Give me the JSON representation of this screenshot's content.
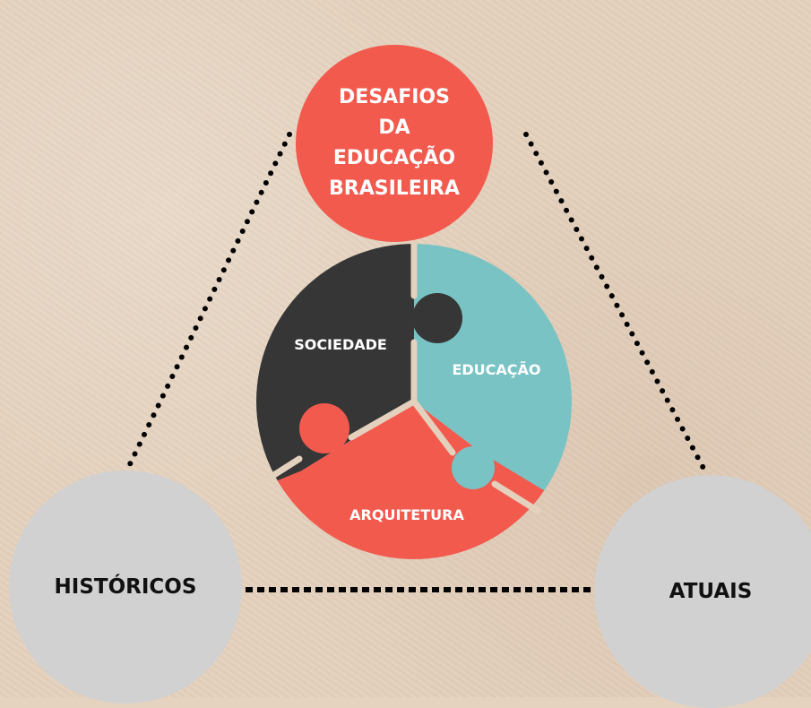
{
  "title_circle": {
    "lines": [
      "DESAFIOS",
      "DA",
      "EDUCAÇÃO",
      "BRASILEIRA"
    ]
  },
  "left_circle": {
    "label": "HISTÓRICOS"
  },
  "right_circle": {
    "label": "ATUAIS"
  },
  "puzzle": {
    "pieces": [
      {
        "label": "SOCIEDADE",
        "color": "#363636"
      },
      {
        "label": "EDUCAÇÃO",
        "color": "#79c3c5"
      },
      {
        "label": "ARQUITETURA",
        "color": "#f25a4e"
      }
    ]
  },
  "colors": {
    "background": "#e4d1bd",
    "accent_red": "#f25a4e",
    "teal": "#79c3c5",
    "dark": "#363636",
    "gray": "#d1d1d1",
    "dots": "#000000"
  }
}
